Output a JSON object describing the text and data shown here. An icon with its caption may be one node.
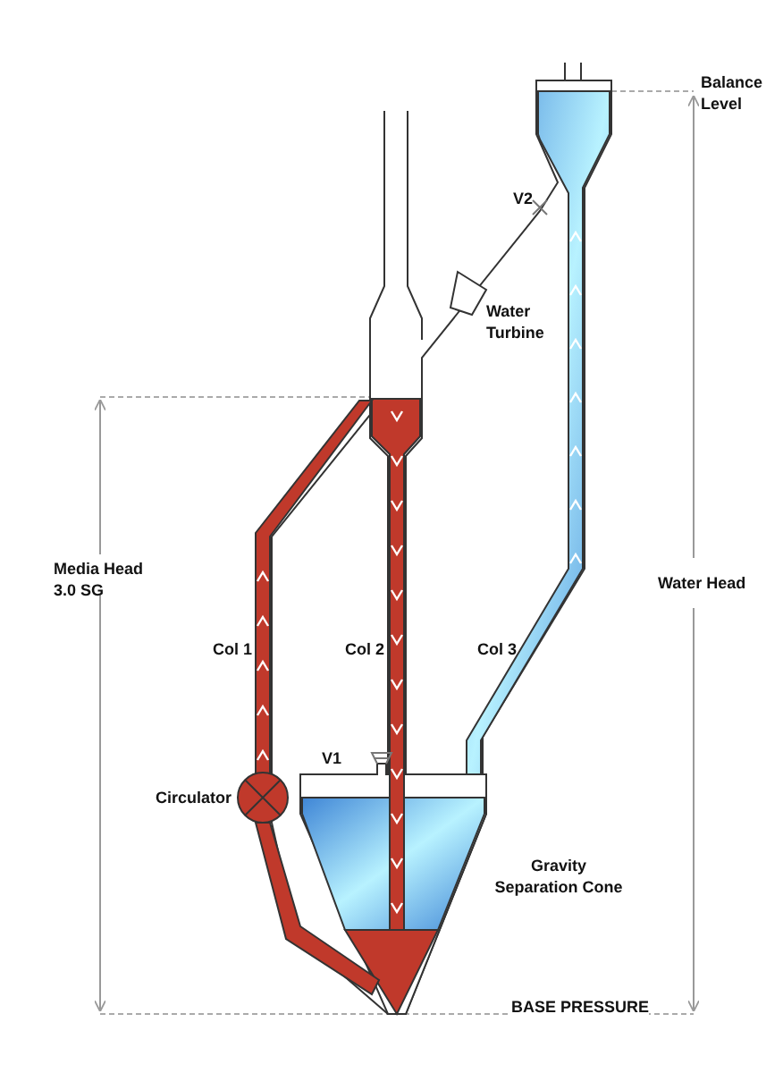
{
  "diagram": {
    "labels": [
      "Balance Level",
      "V2",
      "Water Turbine",
      "Media Head 3.0 SG",
      "Water Head",
      "Col 1",
      "Col 2",
      "Col 3",
      "V1",
      "Circulator",
      "Gravity Separation Cone",
      "BASE PRESSURE"
    ]
  }
}
